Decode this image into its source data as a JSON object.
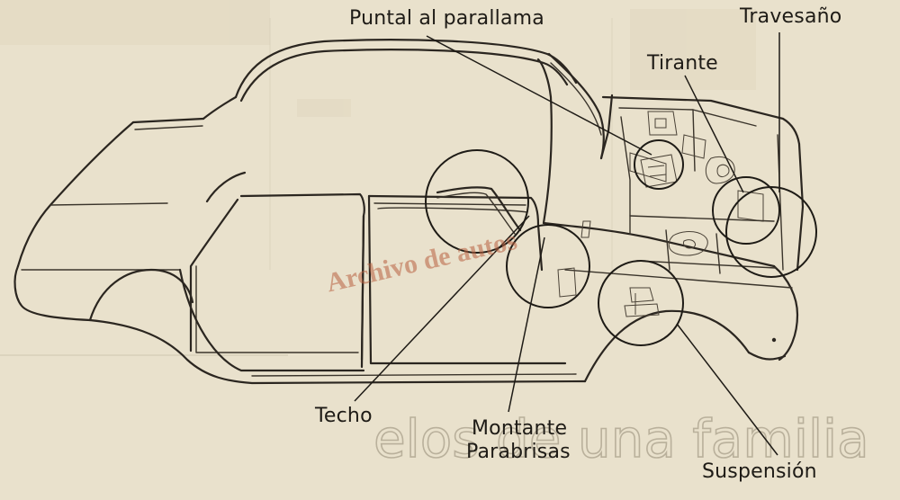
{
  "watermark": "Archivo de autos",
  "background_title": "elos de una familia",
  "labels": {
    "puntal": "Puntal al parallama",
    "travesano": "Travesaño",
    "tirante": "Tirante",
    "techo": "Techo",
    "montante_line1": "Montante",
    "montante_line2": "Parabrisas",
    "suspension": "Suspensión"
  },
  "colors": {
    "paper": "#e9e1cc",
    "ink": "#1e1b16",
    "faded_text": "#bcb39e",
    "watermark": "#b8603f"
  }
}
